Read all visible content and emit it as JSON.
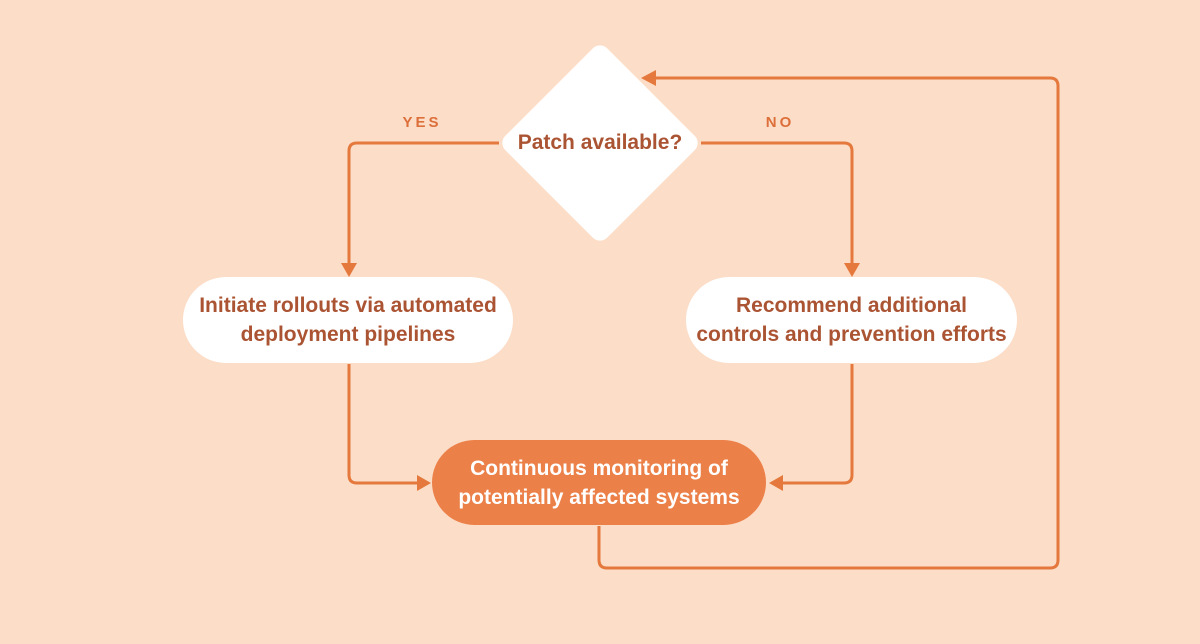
{
  "diagram": {
    "type": "flowchart",
    "decision": {
      "label": "Patch available?",
      "yes_label": "YES",
      "no_label": "NO"
    },
    "nodes": {
      "yes_action": {
        "text": "Initiate rollouts via automated deployment pipelines",
        "lines": [
          "Initiate rollouts via automated",
          "deployment pipelines"
        ]
      },
      "no_action": {
        "text": "Recommend additional controls and prevention efforts",
        "lines": [
          "Recommend additional",
          "controls and prevention efforts"
        ]
      },
      "monitor": {
        "text": "Continuous monitoring of potentially affected systems",
        "lines": [
          "Continuous monitoring of",
          "potentially affected systems"
        ]
      }
    },
    "colors": {
      "background": "#fcddc8",
      "connector": "#e5793d",
      "node_fill_white": "#ffffff",
      "node_fill_orange": "#ec8049",
      "text_brown": "#ab5433",
      "text_white": "#ffffff",
      "edge_label": "#dd6f3a"
    }
  }
}
